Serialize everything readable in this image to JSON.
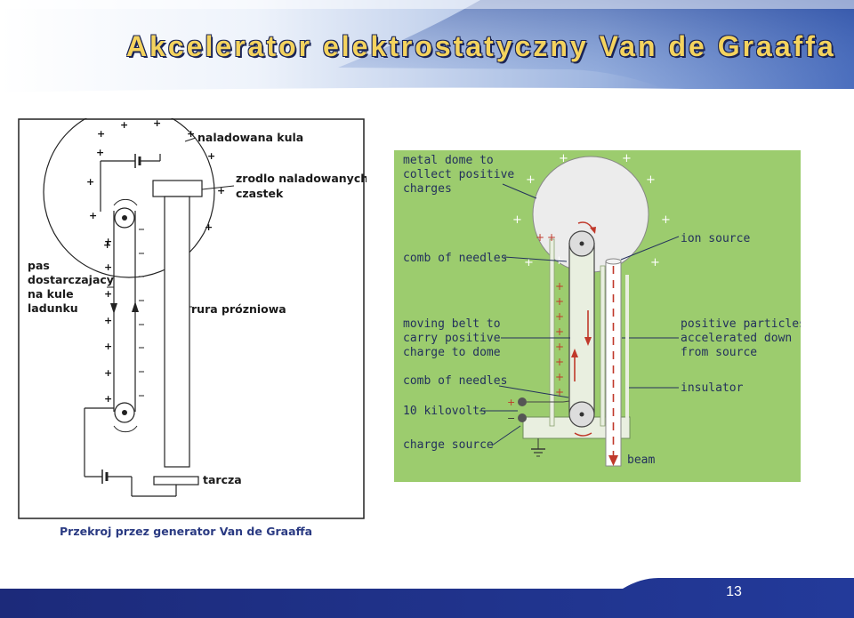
{
  "slide": {
    "title": "Akcelerator elektrostatyczny Van de Graaffa",
    "page_number": "13"
  },
  "left_diagram": {
    "labels": {
      "dome": "naladowana kula",
      "source_line1": "zrodlo naladowanych",
      "source_line2": "czastek",
      "belt_line1": "pas",
      "belt_line2": "dostarczajacy",
      "belt_line3": "na kule",
      "belt_line4": "ladunku",
      "tube": "rura prózniowa",
      "target": "tarcza"
    },
    "caption": "Przekroj przez generator Van de Graaffa",
    "colors": {
      "frame": "#222222",
      "background": "#ffffff"
    }
  },
  "right_diagram": {
    "labels": {
      "dome_line1": "metal dome to",
      "dome_line2": "collect positive",
      "dome_line3": "charges",
      "comb_top": "comb of needles",
      "belt_line1": "moving belt to",
      "belt_line2": "carry positive",
      "belt_line3": "charge to dome",
      "comb_bottom": "comb of needles",
      "voltage": "10 kilovolts",
      "charge_source": "charge source",
      "ion_source": "ion source",
      "particles_line1": "positive particles",
      "particles_line2": "accelerated down",
      "particles_line3": "from source",
      "insulator": "insulator",
      "beam": "beam"
    },
    "colors": {
      "background": "#9ccc6e",
      "dome": "#ececec",
      "arrow": "#c0392b",
      "text": "#23315c"
    }
  }
}
